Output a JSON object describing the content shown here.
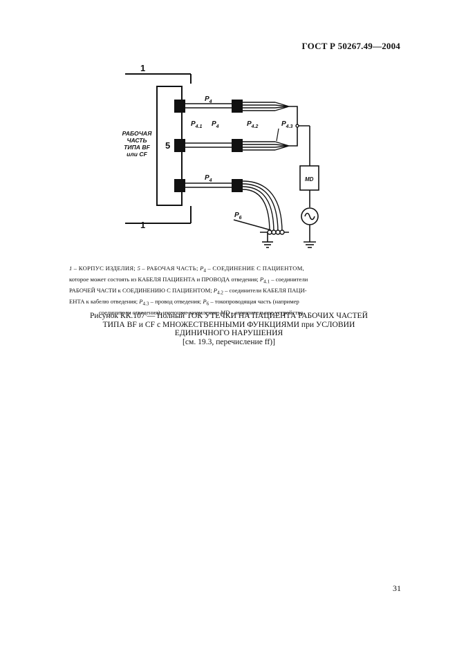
{
  "header": {
    "standard": "ГОСТ Р 50267.49—2004"
  },
  "figure": {
    "label_1_top": "1",
    "label_1_bottom": "1",
    "label_5": "5",
    "applied_part_label": [
      "РАБОЧАЯ",
      "ЧАСТЬ",
      "ТИПА BF",
      "или CF"
    ],
    "p4_top": "P",
    "p4_top_sub": "4",
    "p41": "P",
    "p41_sub": "4.1",
    "p4_mid": "P",
    "p4_mid_sub": "4",
    "p42": "P",
    "p42_sub": "4.2",
    "p43": "P",
    "p43_sub": "4.3",
    "p4_bottom": "P",
    "p4_bottom_sub": "4",
    "p6": "P",
    "p6_sub": "6",
    "md": "MD"
  },
  "legend": {
    "i1": "1",
    "t1": " – КОРПУС ИЗДЕЛИЯ; ",
    "i5": "5",
    "t5": " – РАБОЧАЯ ЧАСТЬ; ",
    "p4": "P",
    "p4s": "4",
    "t4": " – СОЕДИНЕНИЕ С ПАЦИЕНТОМ,",
    "line2a": "которое может состоять из КАБЕЛЯ ПАЦИЕНТА и ПРОВОДА отведения; ",
    "p41": "P",
    "p41s": "4.1",
    "t41": " – соединители",
    "line3": "РАБОЧЕЙ ЧАСТИ к СОЕДИНЕНИЮ С ПАЦИЕНТОМ; ",
    "p42": "P",
    "p42s": "4.2",
    "t42": " – соединители КАБЕЛЯ ПАЦИ-",
    "line4": "ЕНТА к кабелю отведения; ",
    "p43": "P",
    "p43s": "4.3",
    "t43": " – провод отведения; ",
    "p6": "P",
    "p6s": "6",
    "t6": " – токопроводящая часть (например",
    "line5": "соединители отведения), имеющие заземление; ",
    "md": "MD",
    "tmd": " – измерительное устройство"
  },
  "caption": {
    "line1": "Рисунок КК.107 — Полный ТОК УТЕЧКИ НА ПАЦИЕНТА РАБОЧИХ ЧАСТЕЙ",
    "line2": "ТИПА BF и CF с МНОЖЕСТВЕННЫМИ ФУНКЦИЯМИ при УСЛОВИИ",
    "line3": "ЕДИНИЧНОГО НАРУШЕНИЯ",
    "line4": "[см. 19.3, перечисление ff)]"
  },
  "page_number": "31"
}
